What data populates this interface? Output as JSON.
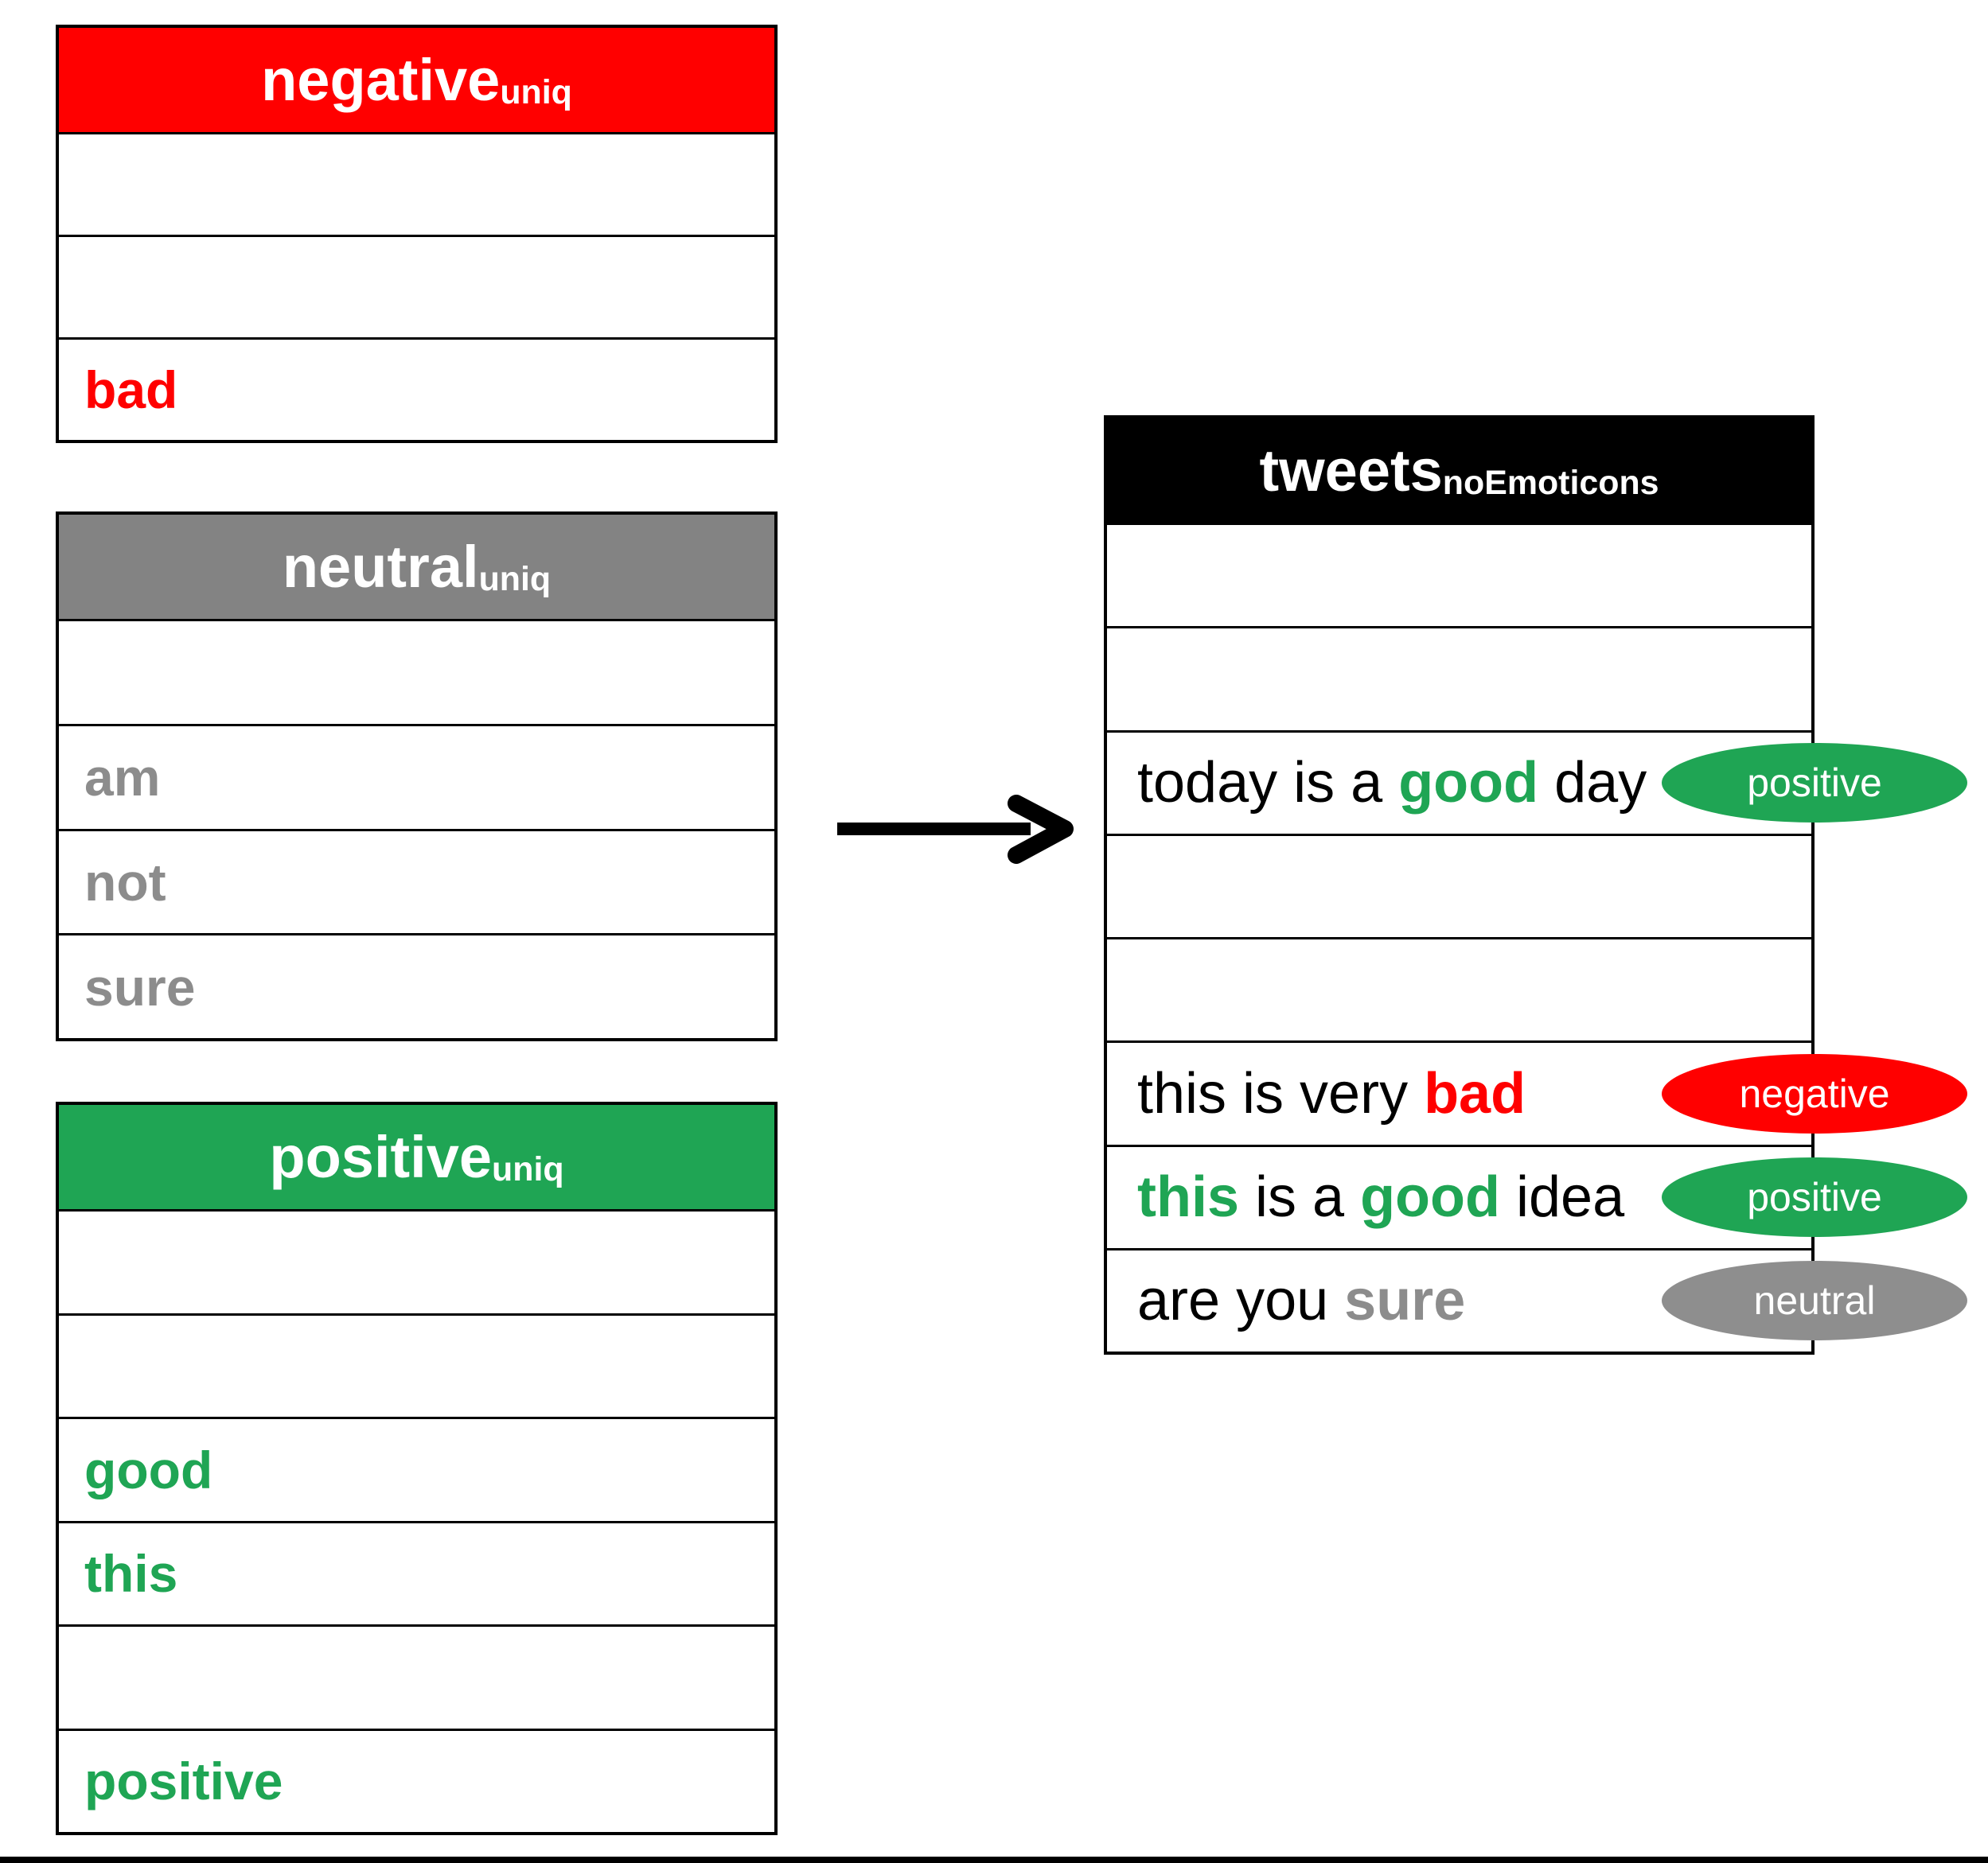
{
  "colors": {
    "negative": "#FF0000",
    "positive": "#1FA554",
    "neutral_header": "#838383",
    "neutral_word": "#8C8C8C",
    "neutral_badge": "#8E8E8E",
    "black": "#000000",
    "plain_text": "#000000",
    "header_text": "#FFFFFF"
  },
  "icons": {
    "flow_arrow": "arrow-right-icon"
  },
  "word_tables": [
    {
      "id": "negative",
      "title": "negative",
      "title_sub": "uniq",
      "header_color": "#FF0000",
      "word_color": "#FF0000",
      "rows": [
        "",
        "",
        "bad"
      ]
    },
    {
      "id": "neutral",
      "title": "neutral",
      "title_sub": "uniq",
      "header_color": "#838383",
      "word_color": "#8C8C8C",
      "rows": [
        "",
        "am",
        "not",
        "sure"
      ]
    },
    {
      "id": "positive",
      "title": "positive",
      "title_sub": "uniq",
      "header_color": "#1FA554",
      "word_color": "#1FA554",
      "rows": [
        "",
        "",
        "good",
        "this",
        "",
        "positive"
      ]
    }
  ],
  "tweets_table": {
    "id": "tweets",
    "title": "tweets",
    "title_sub": "noEmoticons",
    "header_color": "#000000",
    "rows": [
      {
        "segments": [],
        "badge": null
      },
      {
        "segments": [],
        "badge": null
      },
      {
        "segments": [
          {
            "t": "today is a ",
            "s": "plain"
          },
          {
            "t": "good",
            "s": "positive"
          },
          {
            "t": " day",
            "s": "plain"
          }
        ],
        "badge": {
          "label": "positive",
          "key": "positive"
        }
      },
      {
        "segments": [],
        "badge": null
      },
      {
        "segments": [],
        "badge": null
      },
      {
        "segments": [
          {
            "t": "this is very ",
            "s": "plain"
          },
          {
            "t": "bad",
            "s": "negative"
          }
        ],
        "badge": {
          "label": "negative",
          "key": "negative"
        }
      },
      {
        "segments": [
          {
            "t": "this",
            "s": "positive"
          },
          {
            "t": " is a ",
            "s": "plain"
          },
          {
            "t": "good",
            "s": "positive"
          },
          {
            "t": " idea",
            "s": "plain"
          }
        ],
        "badge": {
          "label": "positive",
          "key": "positive"
        }
      },
      {
        "segments": [
          {
            "t": "are you ",
            "s": "plain"
          },
          {
            "t": "sure",
            "s": "neutral"
          }
        ],
        "badge": {
          "label": "neutral",
          "key": "neutral_badge"
        }
      }
    ]
  }
}
